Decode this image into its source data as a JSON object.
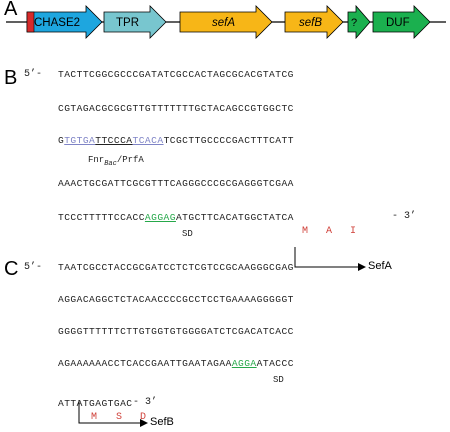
{
  "panel_a": {
    "label": "A",
    "genes": [
      {
        "label": "CHASE2",
        "color": "#1ea6df"
      },
      {
        "label": "TPR",
        "color": "#78c6cf"
      },
      {
        "label": "sefA",
        "color": "#f7b617"
      },
      {
        "label": "sefB",
        "color": "#f7b617"
      },
      {
        "label": "?",
        "color": "#1bb04f"
      },
      {
        "label": "DUF",
        "color": "#1bb04f"
      }
    ],
    "marker_color": "#d62a2a"
  },
  "panel_b": {
    "label": "B",
    "prime5": "5’-",
    "line1": "TACTTCGGCGCCCGATATCGCCACTAGCGCACGTATCG",
    "line2": "CGTAGACGCGCGTTGTTTTTTTGCTACAGCCGTGGCTC",
    "line3": {
      "p1": "G",
      "box1": "TGTGA",
      "mid": "TTCCCA",
      "box2": "TCACA",
      "rest": "TCGCTTGCCCCGACTTTCATT"
    },
    "fnr_label": {
      "a": "Fnr",
      "sub": "Bac",
      "b": "/PrfA"
    },
    "line4": "AAACTGCGATTCGCGTTTCAGGGCCCGCGAGGGTCGAA",
    "line5": {
      "p1": "TCCCTTTTTCCACC",
      "sd": "AGGAG",
      "rest": "ATGCTTCACATGGCTATCA"
    },
    "prime3": "- 3’",
    "sd_label": "SD",
    "aa": [
      "M",
      "A",
      "I"
    ],
    "protein": "SefA"
  },
  "panel_c": {
    "label": "C",
    "prime5": "5’-",
    "line1": "TAATCGCCTACCGCGATCCTCTCGTCCGCAAGGGCGAG",
    "line2": "AGGACAGGCTCTACAACCCCGCCTCCTGAAAAGGGGGT",
    "line3": "GGGGTTTTTTCTTGTGGTGTGGGGATCTCGACATCACC",
    "line4": {
      "p1": "AGAAAAAACCTCACCGAATTGAATAGAA",
      "sd": "AGGA",
      "rest": "ATACCC"
    },
    "line5": "ATTATGAGTGAC",
    "prime3": "- 3’",
    "sd_label": "SD",
    "aa": [
      "M",
      "S",
      "D"
    ],
    "protein": "SefB"
  }
}
